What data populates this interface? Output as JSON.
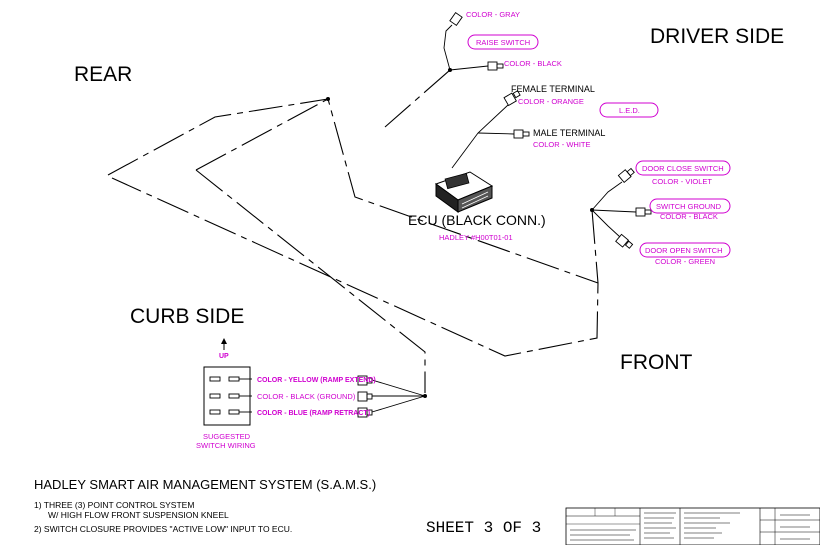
{
  "regions": {
    "driver_side": "DRIVER SIDE",
    "rear": "REAR",
    "curb_side": "CURB SIDE",
    "front": "FRONT"
  },
  "ecu": {
    "label": "ECU (BLACK CONN.)",
    "part": "HADLEY #H00T01-01"
  },
  "connectors": {
    "color_gray": "COLOR - GRAY",
    "raise_switch": "RAISE SWITCH",
    "color_black_top": "COLOR - BLACK",
    "female_terminal": "FEMALE TERMINAL",
    "color_orange": "COLOR - ORANGE",
    "led": "L.E.D.",
    "male_terminal": "MALE TERMINAL",
    "color_white": "COLOR - WHITE",
    "door_close_switch": "DOOR CLOSE SWITCH",
    "color_violet": "COLOR - VIOLET",
    "switch_ground": "SWITCH GROUND",
    "color_black_mid": "COLOR - BLACK",
    "door_open_switch": "DOOR OPEN SWITCH",
    "color_green": "COLOR - GREEN"
  },
  "switch_panel": {
    "up": "UP",
    "yellow": "COLOR - YELLOW (RAMP EXTEND)",
    "black": "COLOR - BLACK (GROUND)",
    "blue": "COLOR - BLUE (RAMP RETRACT)",
    "caption_line1": "SUGGESTED",
    "caption_line2": "SWITCH WIRING"
  },
  "notes": {
    "title": "HADLEY SMART AIR MANAGEMENT SYSTEM (S.A.M.S.)",
    "note1_line1": "1) THREE (3) POINT CONTROL SYSTEM",
    "note1_line2": "W/ HIGH FLOW FRONT SUSPENSION KNEEL",
    "note2": "2) SWITCH CLOSURE PROVIDES \"ACTIVE LOW\" INPUT TO ECU."
  },
  "sheet": "SHEET 3 OF 3",
  "colors": {
    "line": "#000000",
    "label_magenta": "#d000d0",
    "background": "#ffffff"
  }
}
